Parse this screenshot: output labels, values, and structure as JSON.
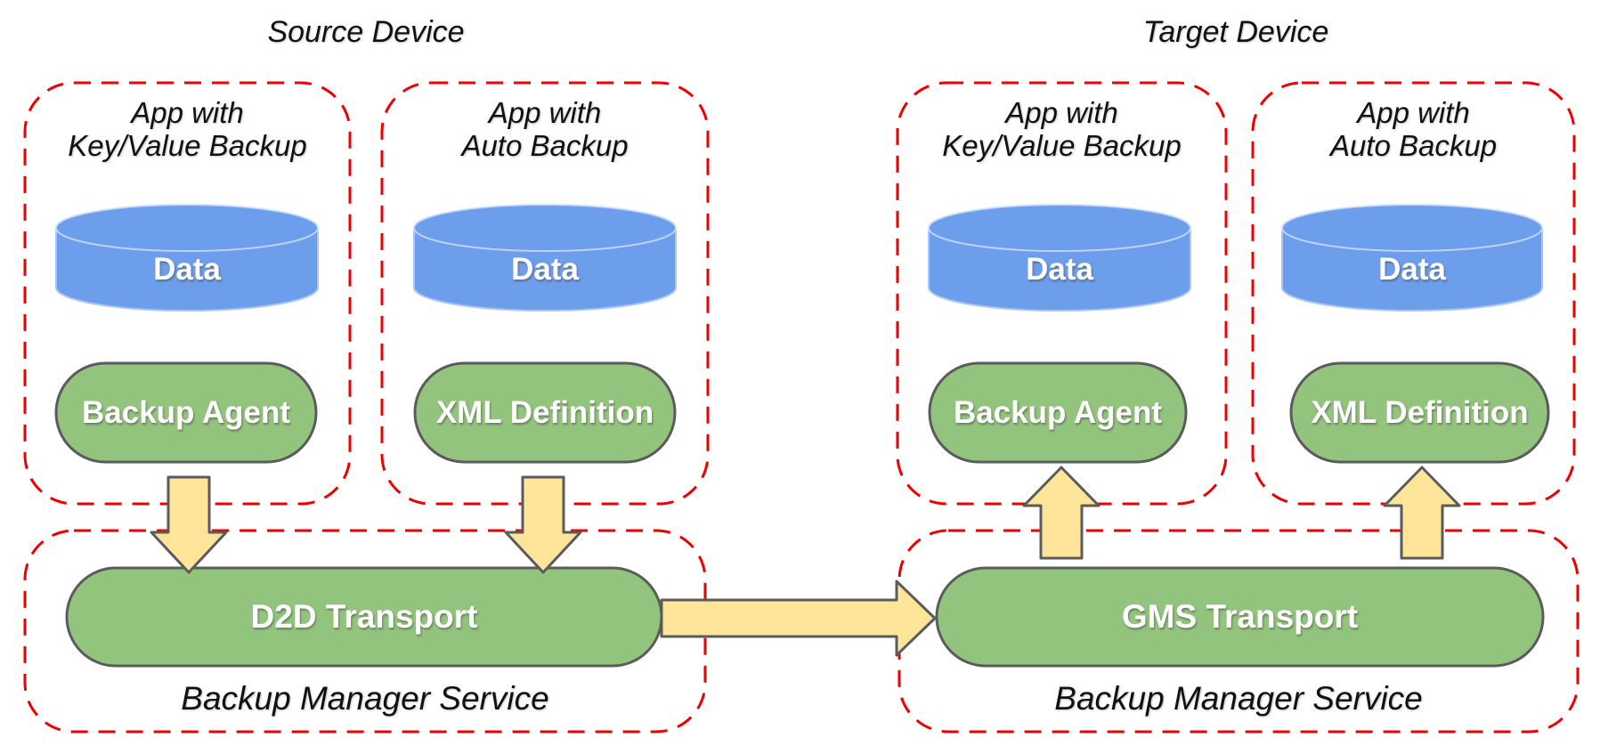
{
  "colors": {
    "background": "#ffffff",
    "dashed_border_red": "#ee0000",
    "cylinder_blue": "#6d9eeb",
    "cylinder_stroke": "#a9c6f5",
    "pill_green": "#93c47d",
    "arrow_yellow": "#ffe599",
    "shape_border_gray": "#5b5b5b",
    "label_dark": "#111111",
    "label_light": "#ffffff"
  },
  "source_device": {
    "title": "Source Device",
    "apps": [
      {
        "name_line1": "App with",
        "name_line2": "Key/Value Backup",
        "data_label": "Data",
        "component": "Backup Agent"
      },
      {
        "name_line1": "App with",
        "name_line2": "Auto Backup",
        "data_label": "Data",
        "component": "XML Definition"
      }
    ],
    "service": {
      "transport": "D2D Transport",
      "label": "Backup Manager Service"
    }
  },
  "target_device": {
    "title": "Target Device",
    "apps": [
      {
        "name_line1": "App with",
        "name_line2": "Key/Value Backup",
        "data_label": "Data",
        "component": "Backup Agent"
      },
      {
        "name_line1": "App with",
        "name_line2": "Auto Backup",
        "data_label": "Data",
        "component": "XML Definition"
      }
    ],
    "service": {
      "transport": "GMS Transport",
      "label": "Backup Manager Service"
    }
  },
  "connectors": {
    "source_app1_to_d2d": "down-arrow",
    "source_app2_to_d2d": "down-arrow",
    "d2d_to_gms": "right-arrow",
    "gms_to_target_app1": "up-arrow",
    "gms_to_target_app2": "up-arrow"
  }
}
